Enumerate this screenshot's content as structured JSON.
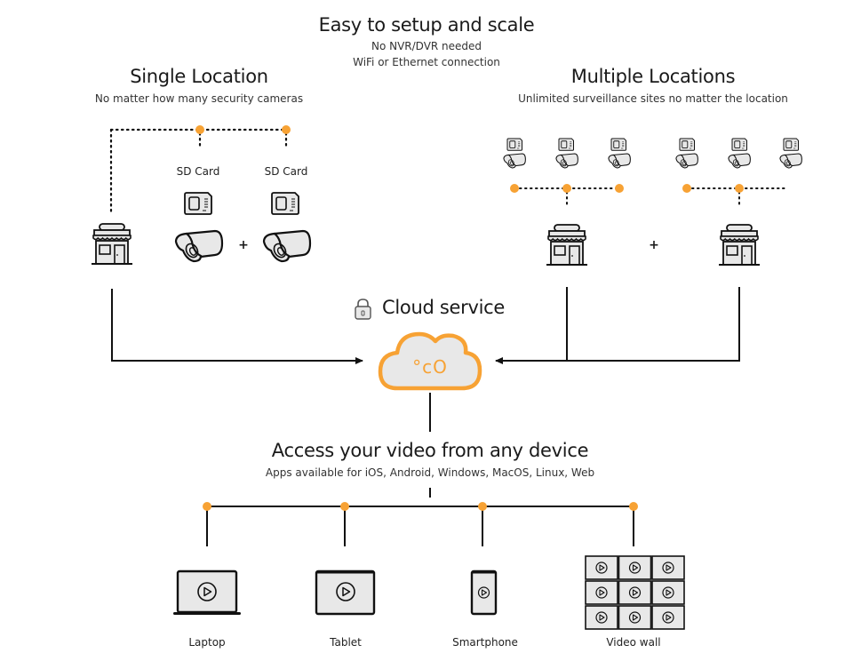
{
  "header": {
    "title": "Easy to setup and scale",
    "lines": [
      "No NVR/DVR needed",
      "WiFi or Ethernet connection"
    ]
  },
  "single_location": {
    "title": "Single Location",
    "subtitle": "No matter how many security cameras",
    "cameras": [
      {
        "storage_label": "SD Card"
      },
      {
        "storage_label": "SD Card"
      }
    ],
    "plus": "+"
  },
  "multiple_locations": {
    "title": "Multiple Locations",
    "subtitle": "Unlimited surveillance sites no matter the location",
    "sites": [
      {
        "camera_count": 3
      },
      {
        "camera_count": 3
      }
    ],
    "plus": "+"
  },
  "cloud": {
    "title": "Cloud service",
    "logo_text": "°cO",
    "icon": "lock-icon"
  },
  "access": {
    "title": "Access your video from any device",
    "subtitle": "Apps available for iOS, Android, Windows, MacOS, Linux, Web",
    "devices": [
      {
        "label": "Laptop",
        "icon": "laptop-icon"
      },
      {
        "label": "Tablet",
        "icon": "tablet-icon"
      },
      {
        "label": "Smartphone",
        "icon": "smartphone-icon"
      },
      {
        "label": "Video wall",
        "icon": "video-wall-icon"
      }
    ]
  },
  "colors": {
    "accent": "#f7a234",
    "line": "#111111",
    "icon_fill": "#e8e8e8"
  }
}
